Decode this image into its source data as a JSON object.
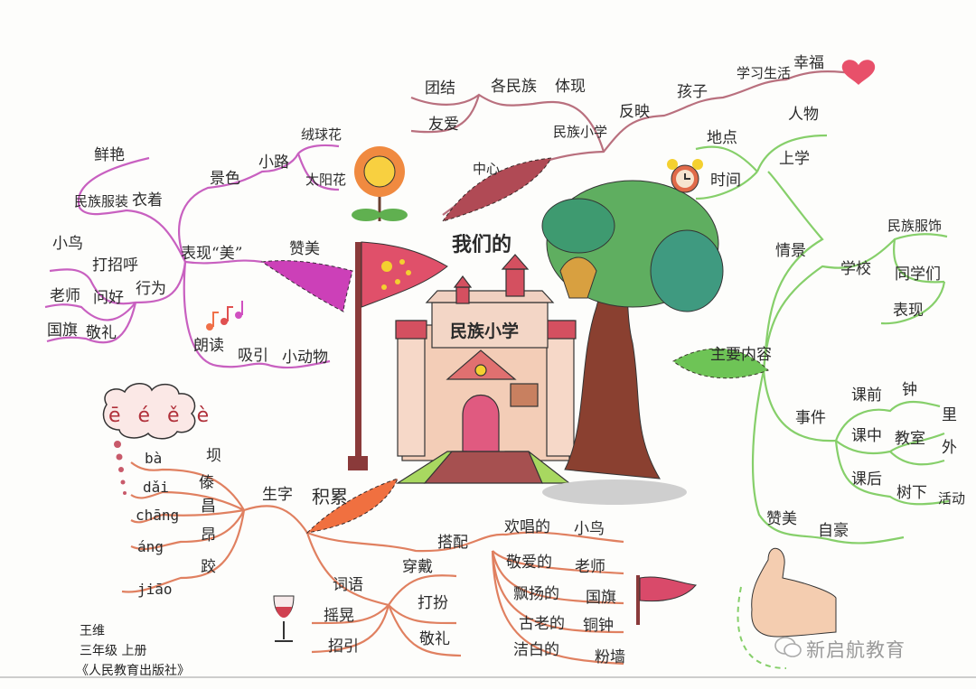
{
  "center": {
    "title": "我们的",
    "school_name": "民族小学"
  },
  "branches": {
    "center_idea": {
      "color": "#b24a5a",
      "label": "中心",
      "nodes": [
        "民族小学",
        "反映",
        "孩子",
        "学习生活",
        "幸福"
      ],
      "sub": [
        "体现",
        "各民族",
        "团结",
        "友爱"
      ]
    },
    "main_content": {
      "color": "#7cc763",
      "label": "主要内容",
      "time_place": [
        "地点",
        "时间"
      ],
      "top": [
        "人物",
        "上学"
      ],
      "scene": {
        "label": "情景",
        "school": "学校",
        "children": [
          "民族服饰",
          "同学们",
          "表现"
        ]
      },
      "events": {
        "label": "事件",
        "items": [
          {
            "label": "课前",
            "children": [
              "钟"
            ]
          },
          {
            "label": "课中",
            "children": [
              "教室",
              "里",
              "外"
            ]
          },
          {
            "label": "课后",
            "children": [
              "树下",
              "活动"
            ]
          }
        ]
      },
      "praise": [
        "赞美",
        "自豪"
      ]
    },
    "praise_beauty": {
      "color": "#cc55b8",
      "label": "赞美",
      "show": "表现“美”",
      "scenery": {
        "label": "景色",
        "path": "小路",
        "flowers": [
          "绒球花",
          "太阳花"
        ]
      },
      "clothing": {
        "label": "衣着",
        "children": [
          "民族服装",
          "鲜艳"
        ]
      },
      "behavior": {
        "label": "行为",
        "rows": [
          [
            "小鸟",
            "打招呼"
          ],
          [
            "老师",
            "问好"
          ],
          [
            "国旗",
            "敬礼"
          ]
        ]
      },
      "reading": [
        "朗读",
        "吸引",
        "小动物"
      ]
    },
    "accumulate": {
      "color": "#e0704a",
      "label": "积累",
      "new_chars": {
        "label": "生字",
        "items": [
          {
            "pinyin": "bà",
            "char": "坝"
          },
          {
            "pinyin": "dǎi",
            "char": "傣"
          },
          {
            "pinyin": "chāng",
            "char": "昌"
          },
          {
            "pinyin": "áng",
            "char": "昂"
          },
          {
            "pinyin": "jiāo",
            "char": "跤"
          }
        ],
        "tones": "ē é ě è"
      },
      "words": {
        "label": "词语",
        "items": [
          "穿戴",
          "打扮",
          "敬礼",
          "摇晃",
          "招引"
        ]
      },
      "pairs": {
        "label": "搭配",
        "items": [
          [
            "欢唱的",
            "小鸟"
          ],
          [
            "敬爱的",
            "老师"
          ],
          [
            "飘扬的",
            "国旗"
          ],
          [
            "古老的",
            "铜钟"
          ],
          [
            "洁白的",
            "粉墙"
          ]
        ]
      }
    }
  },
  "author": {
    "name": "王维",
    "grade": "三年级  上册",
    "publisher": "《人民教育出版社》"
  },
  "watermark": "新启航教育"
}
